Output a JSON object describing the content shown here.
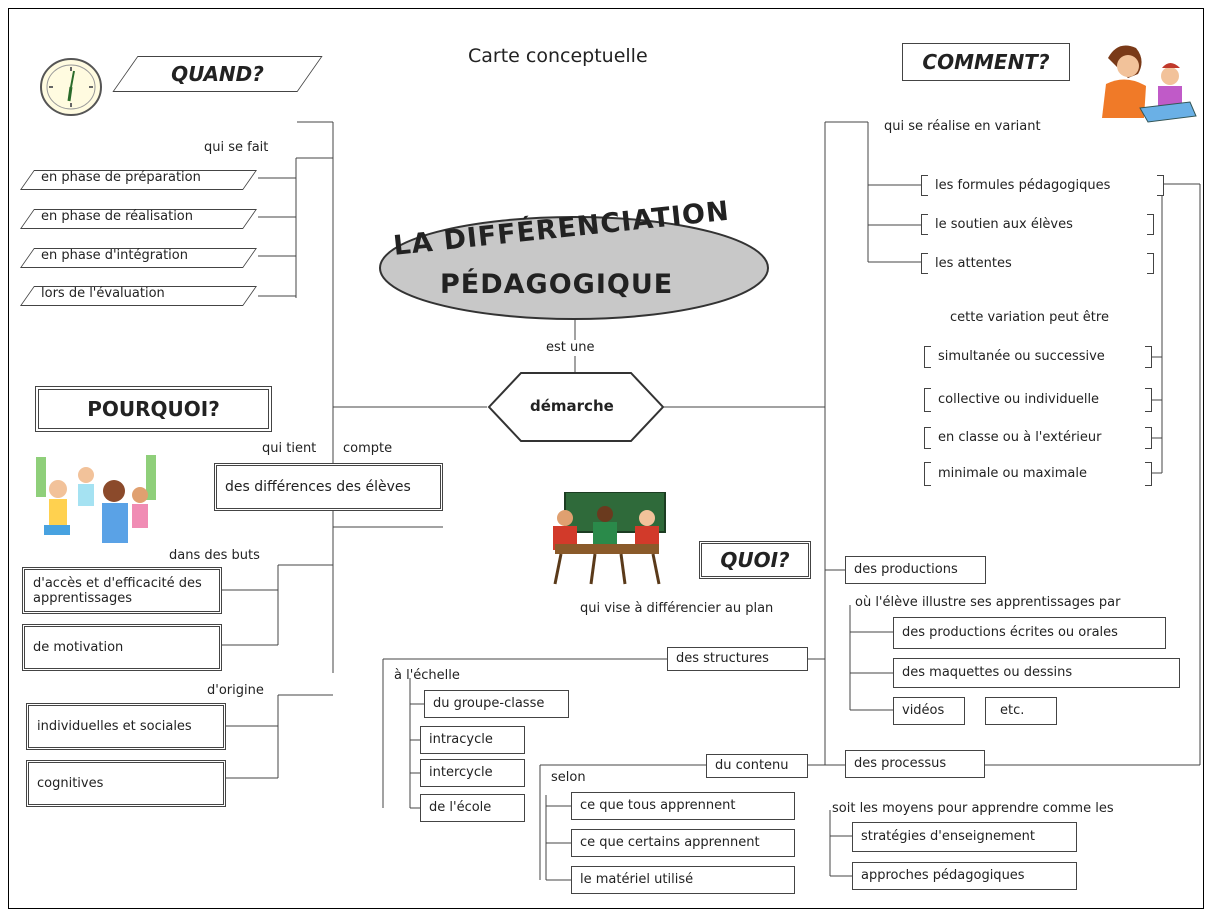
{
  "title": "Carte conceptuelle",
  "center": {
    "line1": "LA DIFFÉRENCIATION",
    "line2": "PÉDAGOGIQUE",
    "link": "est une",
    "node": "démarche"
  },
  "quand": {
    "heading": "QUAND?",
    "link": "qui se fait",
    "items": [
      "en phase de préparation",
      "en phase de réalisation",
      "en phase d'intégration",
      "lors de l'évaluation"
    ]
  },
  "pourquoi": {
    "heading": "POURQUOI?",
    "link1": "qui tient",
    "link2": "compte",
    "node": "des différences des élèves",
    "buts_label": "dans des buts",
    "buts": [
      "d'accès et d'efficacité des apprentissages",
      "de motivation"
    ],
    "origine_label": "d'origine",
    "origines": [
      "individuelles et sociales",
      "cognitives"
    ]
  },
  "comment": {
    "heading": "COMMENT?",
    "link": "qui se réalise en variant",
    "items": [
      "les formules pédagogiques",
      "le soutien aux élèves",
      "les attentes"
    ],
    "variation_label": "cette variation peut être",
    "variations": [
      "simultanée ou successive",
      "collective ou individuelle",
      "en classe ou à l'extérieur",
      "minimale ou maximale"
    ]
  },
  "quoi": {
    "heading": "QUOI?",
    "link": "qui vise à différencier au plan",
    "structures": "des structures",
    "echelle_label": "à l'échelle",
    "echelles": [
      "du groupe-classe",
      "intracycle",
      "intercycle",
      "de l'école"
    ],
    "contenu": "du contenu",
    "selon_label": "selon",
    "selon": [
      "ce que tous apprennent",
      "ce que certains apprennent",
      "le matériel utilisé"
    ],
    "productions": "des productions",
    "productions_label": "où l'élève illustre ses apprentissages par",
    "productions_items": [
      "des productions écrites ou orales",
      "des maquettes ou dessins",
      "vidéos",
      "etc."
    ],
    "processus": "des processus",
    "processus_label": "soit les moyens pour apprendre comme les",
    "processus_items": [
      "stratégies d'enseignement",
      "approches pédagogiques"
    ]
  },
  "colors": {
    "ellipse": "#c8c8c8",
    "line": "#444444",
    "ink": "#222222"
  }
}
